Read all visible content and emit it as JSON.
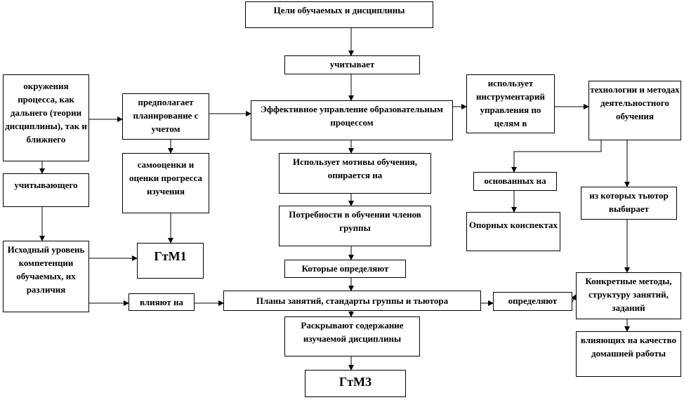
{
  "boxes": {
    "goals": "Цели обучаемых и дисциплины",
    "considers": "учитывает",
    "environment": "окружения процесса, как дальнего (теории дисциплины), так и ближнего",
    "assumes": "предполагает планирование с учетом",
    "effective": "Эффективное управление образовательным процессом",
    "uses_tools": "использует инструментарий управления по целям в",
    "technologies": "технологии и методах деятельностного обучения",
    "considering": "учитывающего",
    "self_assessment": "самооценки и оценки прогресса изучения",
    "uses_motives": "Использует мотивы обучения, опирается на",
    "based_on": "основанных на",
    "tutor_chooses": "из которых тьютор выбирает",
    "needs": "Потребности в обучении членов группы",
    "notes": "Опорных конспектах",
    "initial_level": "Исходный уровень компетенции обучаемых, их различия",
    "gtm1": "ГтМ1",
    "which_define": "Которые определяют",
    "concrete_methods": "Конкретные методы, структуру занятий, заданий",
    "affect": "влияют на",
    "plans": "Планы занятий, стандарты группы и тьютора",
    "define": "определяют",
    "reveal": "Раскрывают содержание изучаемой дисциплины",
    "affecting_homework": "влияющих на качество домашней работы",
    "gtm3": "ГтМ3"
  }
}
